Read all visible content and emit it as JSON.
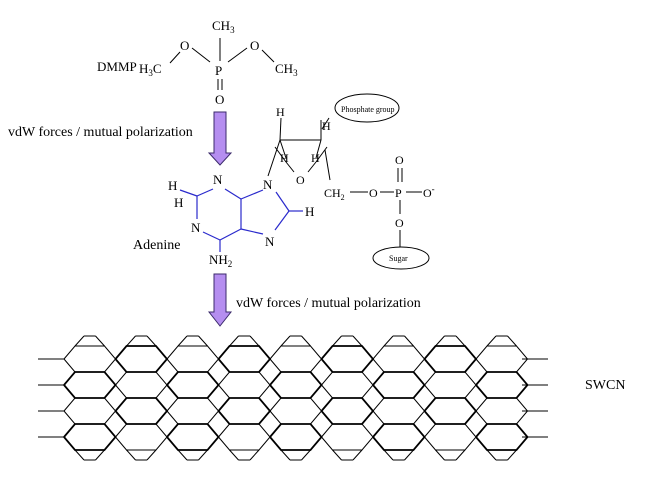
{
  "colors": {
    "arrow_fill": "#b58ef0",
    "arrow_stroke": "#3b2a6b",
    "adenine_bonds": "#2a2acc",
    "lines": "#000000"
  },
  "labels": {
    "dmmp": "DMMP",
    "vdw_top": "vdW forces / mutual polarization",
    "vdw_bottom": "vdW forces / mutual polarization",
    "adenine": "Adenine",
    "swcn": "SWCN",
    "phosphate_group": "Phosphate group",
    "sugar": "Sugar"
  },
  "dmmp": {
    "ch3_top": "CH",
    "ch3_top_sub": "3",
    "h3c_left": "H",
    "h3c_left_sub": "3",
    "h3c_left_c": "C",
    "o_left": "O",
    "p": "P",
    "o_right": "O",
    "ch3_right": "CH",
    "ch3_right_sub": "3",
    "o_double": "O"
  },
  "adenine": {
    "n1": "N",
    "n2": "N",
    "n3": "N",
    "n4": "N",
    "h1": "H",
    "h2": "H",
    "h3": "H",
    "nh2": "NH",
    "nh2_sub": "2"
  },
  "sugar_ring": {
    "h_tl": "H",
    "h_tr": "H",
    "h_ml": "H",
    "h_mr": "H",
    "o_ring": "O"
  },
  "phosphate": {
    "ch2": "CH",
    "ch2_sub": "2",
    "o_left": "O",
    "p": "P",
    "o_minus": "O",
    "minus": "-",
    "o_top": "O",
    "o_bottom": "O"
  }
}
